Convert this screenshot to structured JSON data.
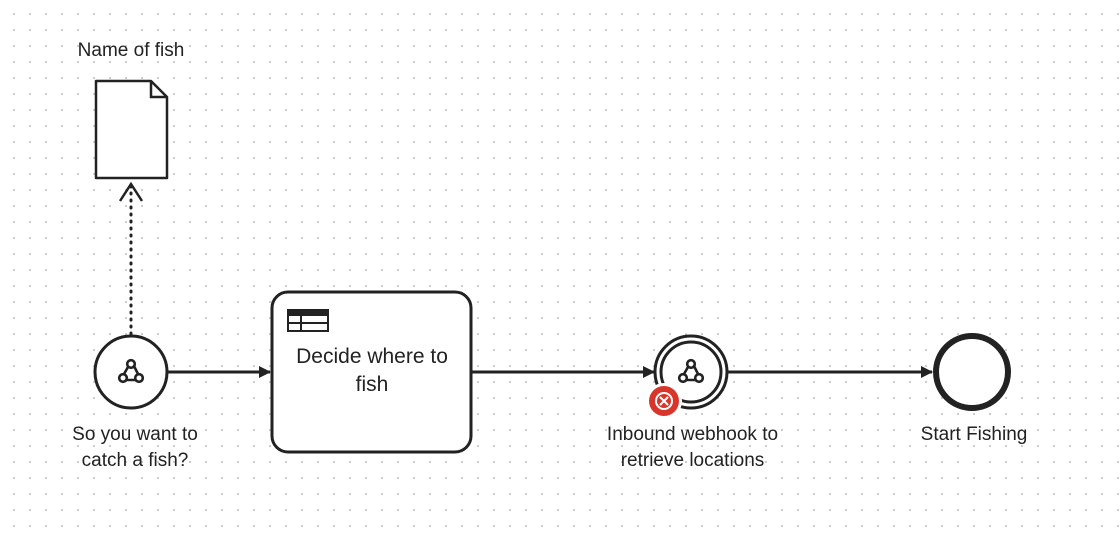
{
  "diagram": {
    "data_object": {
      "label": "Name of fish",
      "icon": "document-icon"
    },
    "start_event": {
      "label": "So you want to catch a fish?",
      "icon": "webhook-icon"
    },
    "task": {
      "label": "Decide where to fish",
      "icon": "decision-table-icon"
    },
    "intermediate_event": {
      "label": "Inbound webhook to retrieve locations",
      "icon": "webhook-icon",
      "error_badge": "error-icon"
    },
    "end_event": {
      "label": "Start Fishing"
    }
  },
  "colors": {
    "stroke": "#222222",
    "error": "#d9362b",
    "grid_dot": "#c9c9c9"
  }
}
